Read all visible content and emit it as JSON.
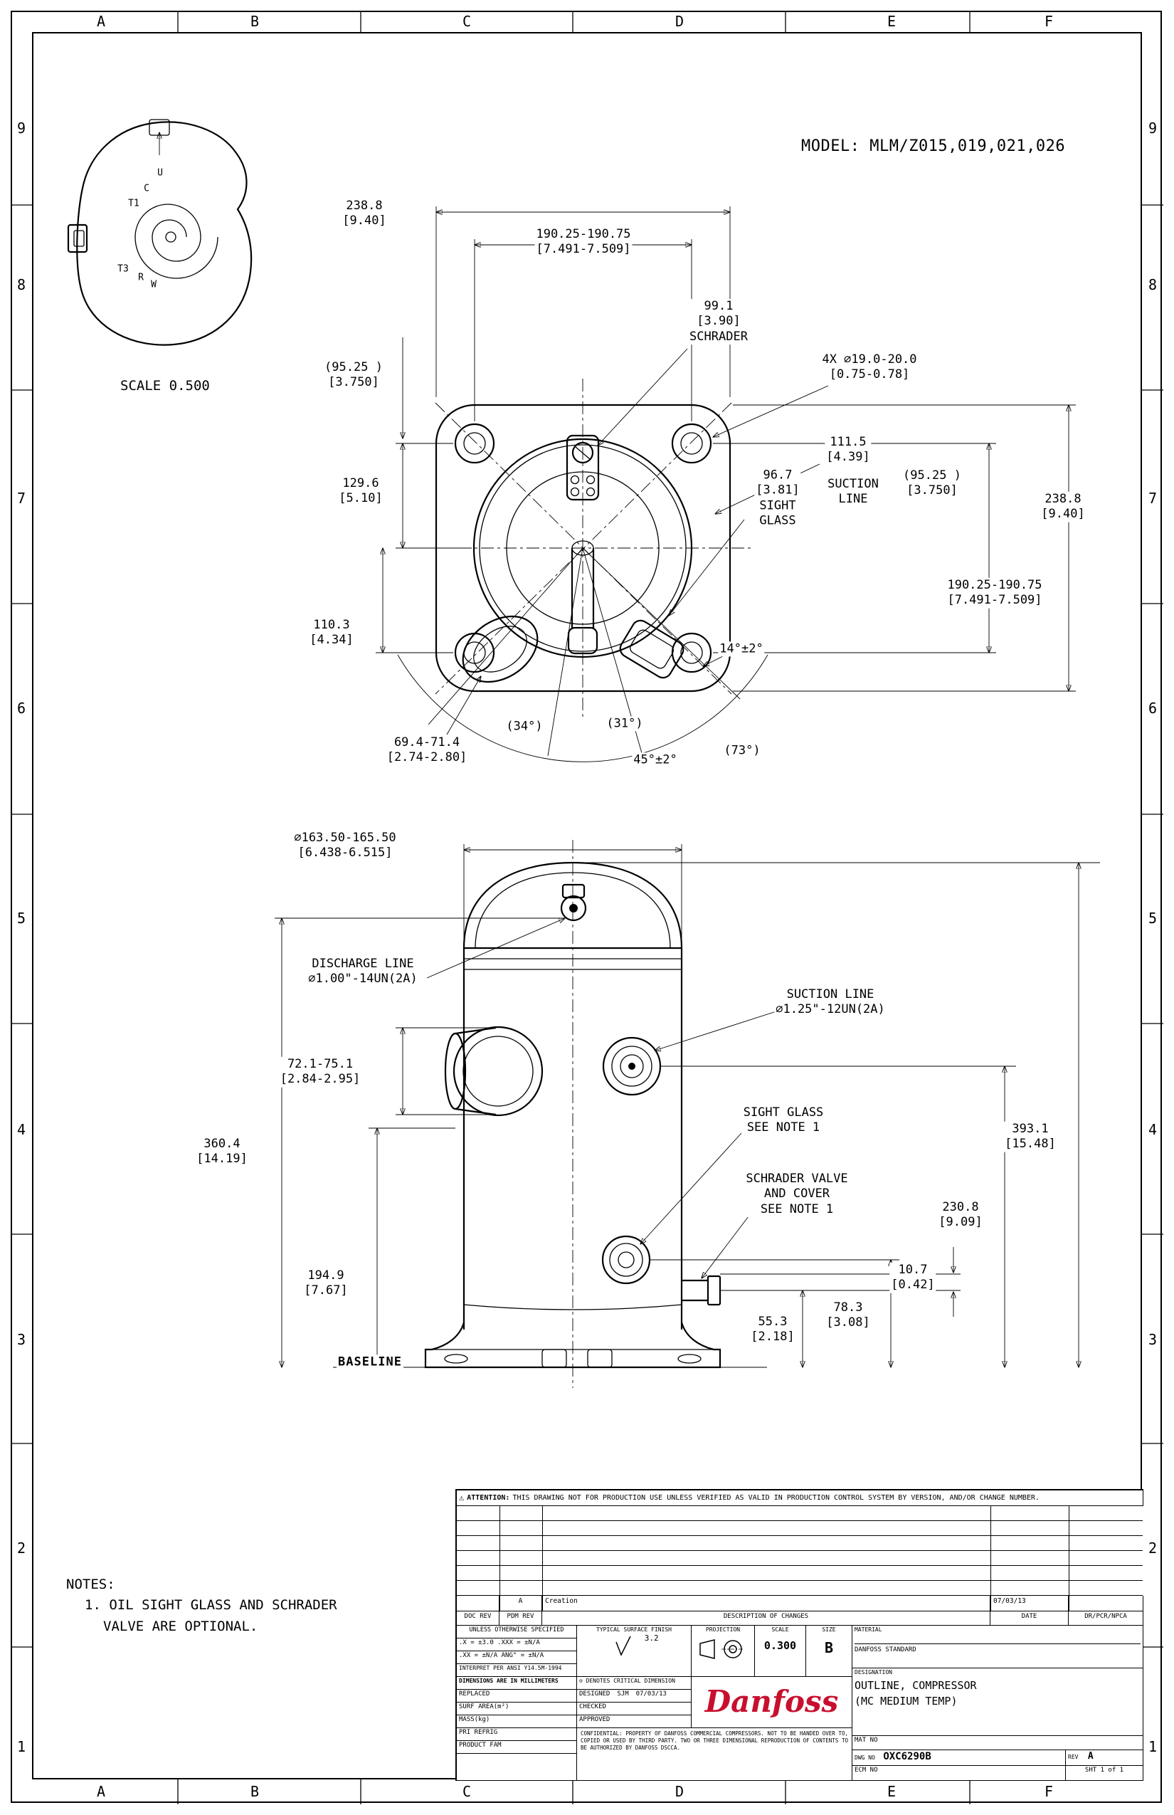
{
  "colors": {
    "line": "#000000",
    "logo_red": "#c8102e"
  },
  "icons": {
    "warning": "⚠",
    "critical_dim": "⊙"
  },
  "header": {
    "model": "MODEL: MLM/Z015,019,021,026"
  },
  "border": {
    "cols": [
      "A",
      "B",
      "C",
      "D",
      "E",
      "F"
    ],
    "rows": [
      "9",
      "8",
      "7",
      "6",
      "5",
      "4",
      "3",
      "2",
      "1"
    ]
  },
  "detail_view": {
    "scale_label": "SCALE  0.500",
    "labels": {
      "u": "U",
      "c": "C",
      "t1": "T1",
      "t3": "T3",
      "r": "R",
      "w": "W"
    }
  },
  "top_view": {
    "dims": {
      "width_top": "238.8\n[9.40]",
      "bolt_span_top": "190.25-190.75\n[7.491-7.509]",
      "schrader": "99.1\n[3.90]\nSCHRADER",
      "holes": "4X ⌀19.0-20.0\n[0.75-0.78]",
      "ref_left": "(95.25  )\n[3.750]",
      "d111": "111.5\n[4.39]",
      "suction": "SUCTION\nLINE",
      "ref_right": "(95.25  )\n[3.750]",
      "sight": "96.7\n[3.81]\nSIGHT\nGLASS",
      "height_right": "238.8\n[9.40]",
      "d129": "129.6\n[5.10]",
      "bolt_span_right": "190.25-190.75\n[7.491-7.509]",
      "d110": "110.3\n[4.34]",
      "a14": "14°±2°",
      "d69": "69.4-71.4\n[2.74-2.80]",
      "a34": "(34°)",
      "a31": "(31°)",
      "a73": "(73°)",
      "a45": "45°±2°"
    }
  },
  "side_view": {
    "dims": {
      "dia": "⌀163.50-165.50\n[6.438-6.515]",
      "discharge": "DISCHARGE LINE\n⌀1.00\"-14UN(2A)",
      "suction": "SUCTION LINE\n⌀1.25\"-12UN(2A)",
      "cap": "72.1-75.1\n[2.84-2.95]",
      "sight": "SIGHT GLASS\nSEE NOTE 1",
      "h360": "360.4\n[14.19]",
      "h393": "393.1\n[15.48]",
      "schrader": "SCHRADER VALVE\nAND COVER\nSEE NOTE 1",
      "h230": "230.8\n[9.09]",
      "h10": "10.7\n[0.42]",
      "h194": "194.9\n[7.67]",
      "h78": "78.3\n[3.08]",
      "h55": "55.3\n[2.18]",
      "baseline": "BASELINE"
    }
  },
  "notes": {
    "title": "NOTES:",
    "line1": "1. OIL SIGHT GLASS AND SCHRADER",
    "line2": "VALVE ARE OPTIONAL."
  },
  "title_block": {
    "attention_label": "ATTENTION:",
    "attention_text": "THIS DRAWING NOT FOR PRODUCTION USE UNLESS VERIFIED AS VALID IN PRODUCTION CONTROL SYSTEM BY VERSION, AND/OR CHANGE NUMBER.",
    "rev_entry": {
      "rev": "A",
      "desc": "Creation",
      "date": "07/03/13"
    },
    "rev_header": {
      "doc": "DOC REV",
      "pdm": "PDM REV",
      "desc": "DESCRIPTION OF CHANGES",
      "date": "DATE",
      "dr": "DR/PCR/NPCA"
    },
    "tol": {
      "title": "UNLESS OTHERWISE SPECIFIED",
      "line1": ".X = ±3.0    .XXX = ±N/A",
      "line2": ".XX = ±N/A   ANG° = ±N/A",
      "interpret": "INTERPRET PER ANSI Y14.5M-1994",
      "dims_mm": "DIMENSIONS ARE IN MILLIMETERS",
      "critical": "DENOTES CRITICAL DIMENSION"
    },
    "surface": {
      "l1": "TYPICAL SURFACE FINISH",
      "value": "3.2"
    },
    "projection_label": "PROJECTION",
    "scale": {
      "label": "SCALE",
      "value": "0.300"
    },
    "size": {
      "label": "SIZE",
      "value": "B"
    },
    "material": {
      "label": "MATERIAL",
      "value": "DANFOSS STANDARD"
    },
    "staff": {
      "replaced": "REPLACED",
      "designed": "DESIGNED",
      "designed_by": "SJM",
      "designed_date": "07/03/13",
      "surf": "SURF AREA(m²)",
      "checked": "CHECKED",
      "mass": "MASS(kg)",
      "approved": "APPROVED",
      "pri": "PRI REFRIG",
      "fam": "PRODUCT FAM"
    },
    "confidential": "CONFIDENTIAL: PROPERTY OF DANFOSS COMMERCIAL COMPRESSORS. NOT TO BE HANDED OVER TO, COPIED OR USED BY THIRD PARTY. TWO OR THREE DIMENSIONAL REPRODUCTION OF CONTENTS TO BE AUTHORIZED BY DANFOSS DSCCA.",
    "logo": "Danfoss",
    "designation": {
      "label": "DESIGNATION",
      "line1": "OUTLINE, COMPRESSOR",
      "line2": "(MC MEDIUM TEMP)"
    },
    "mat_no": "MAT NO",
    "dwg": {
      "label": "DWG NO",
      "value": "OXC6290B"
    },
    "rev": {
      "label": "REV",
      "value": "A"
    },
    "ecm_label": "ECM NO",
    "sheet_label": "SHT 1 of 1"
  }
}
